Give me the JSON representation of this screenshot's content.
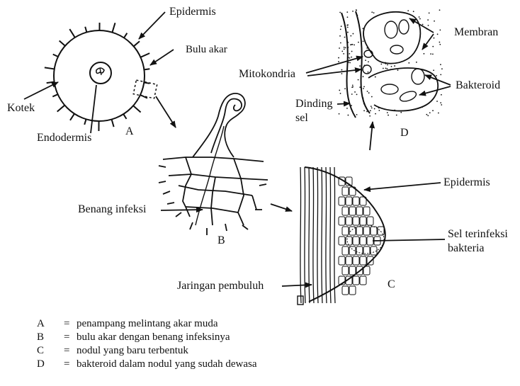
{
  "labels": {
    "epidermis_a": "Epidermis",
    "bulu_akar": "Bulu akar",
    "kotek": "Kotek",
    "endodermis": "Endodermis",
    "panel_a": "A",
    "benang_infeksi": "Benang infeksi",
    "panel_b": "B",
    "mitokondria": "Mitokondria",
    "dinding_sel": "Dinding\nsel",
    "membran": "Membran",
    "bakteroid": "Bakteroid",
    "panel_d": "D",
    "epidermis_c": "Epidermis",
    "sel_terinfeksi": "Sel terinfeksi\nbakteria",
    "jaringan_pembuluh": "Jaringan pembuluh",
    "panel_c": "C"
  },
  "legend": [
    {
      "key": "A",
      "eq": "=",
      "text": "penampang melintang akar muda"
    },
    {
      "key": "B",
      "eq": "=",
      "text": "bulu akar dengan benang infeksinya"
    },
    {
      "key": "C",
      "eq": "=",
      "text": "nodul yang baru terbentuk"
    },
    {
      "key": "D",
      "eq": "=",
      "text": "bakteroid dalam nodul yang sudah dewasa"
    }
  ]
}
